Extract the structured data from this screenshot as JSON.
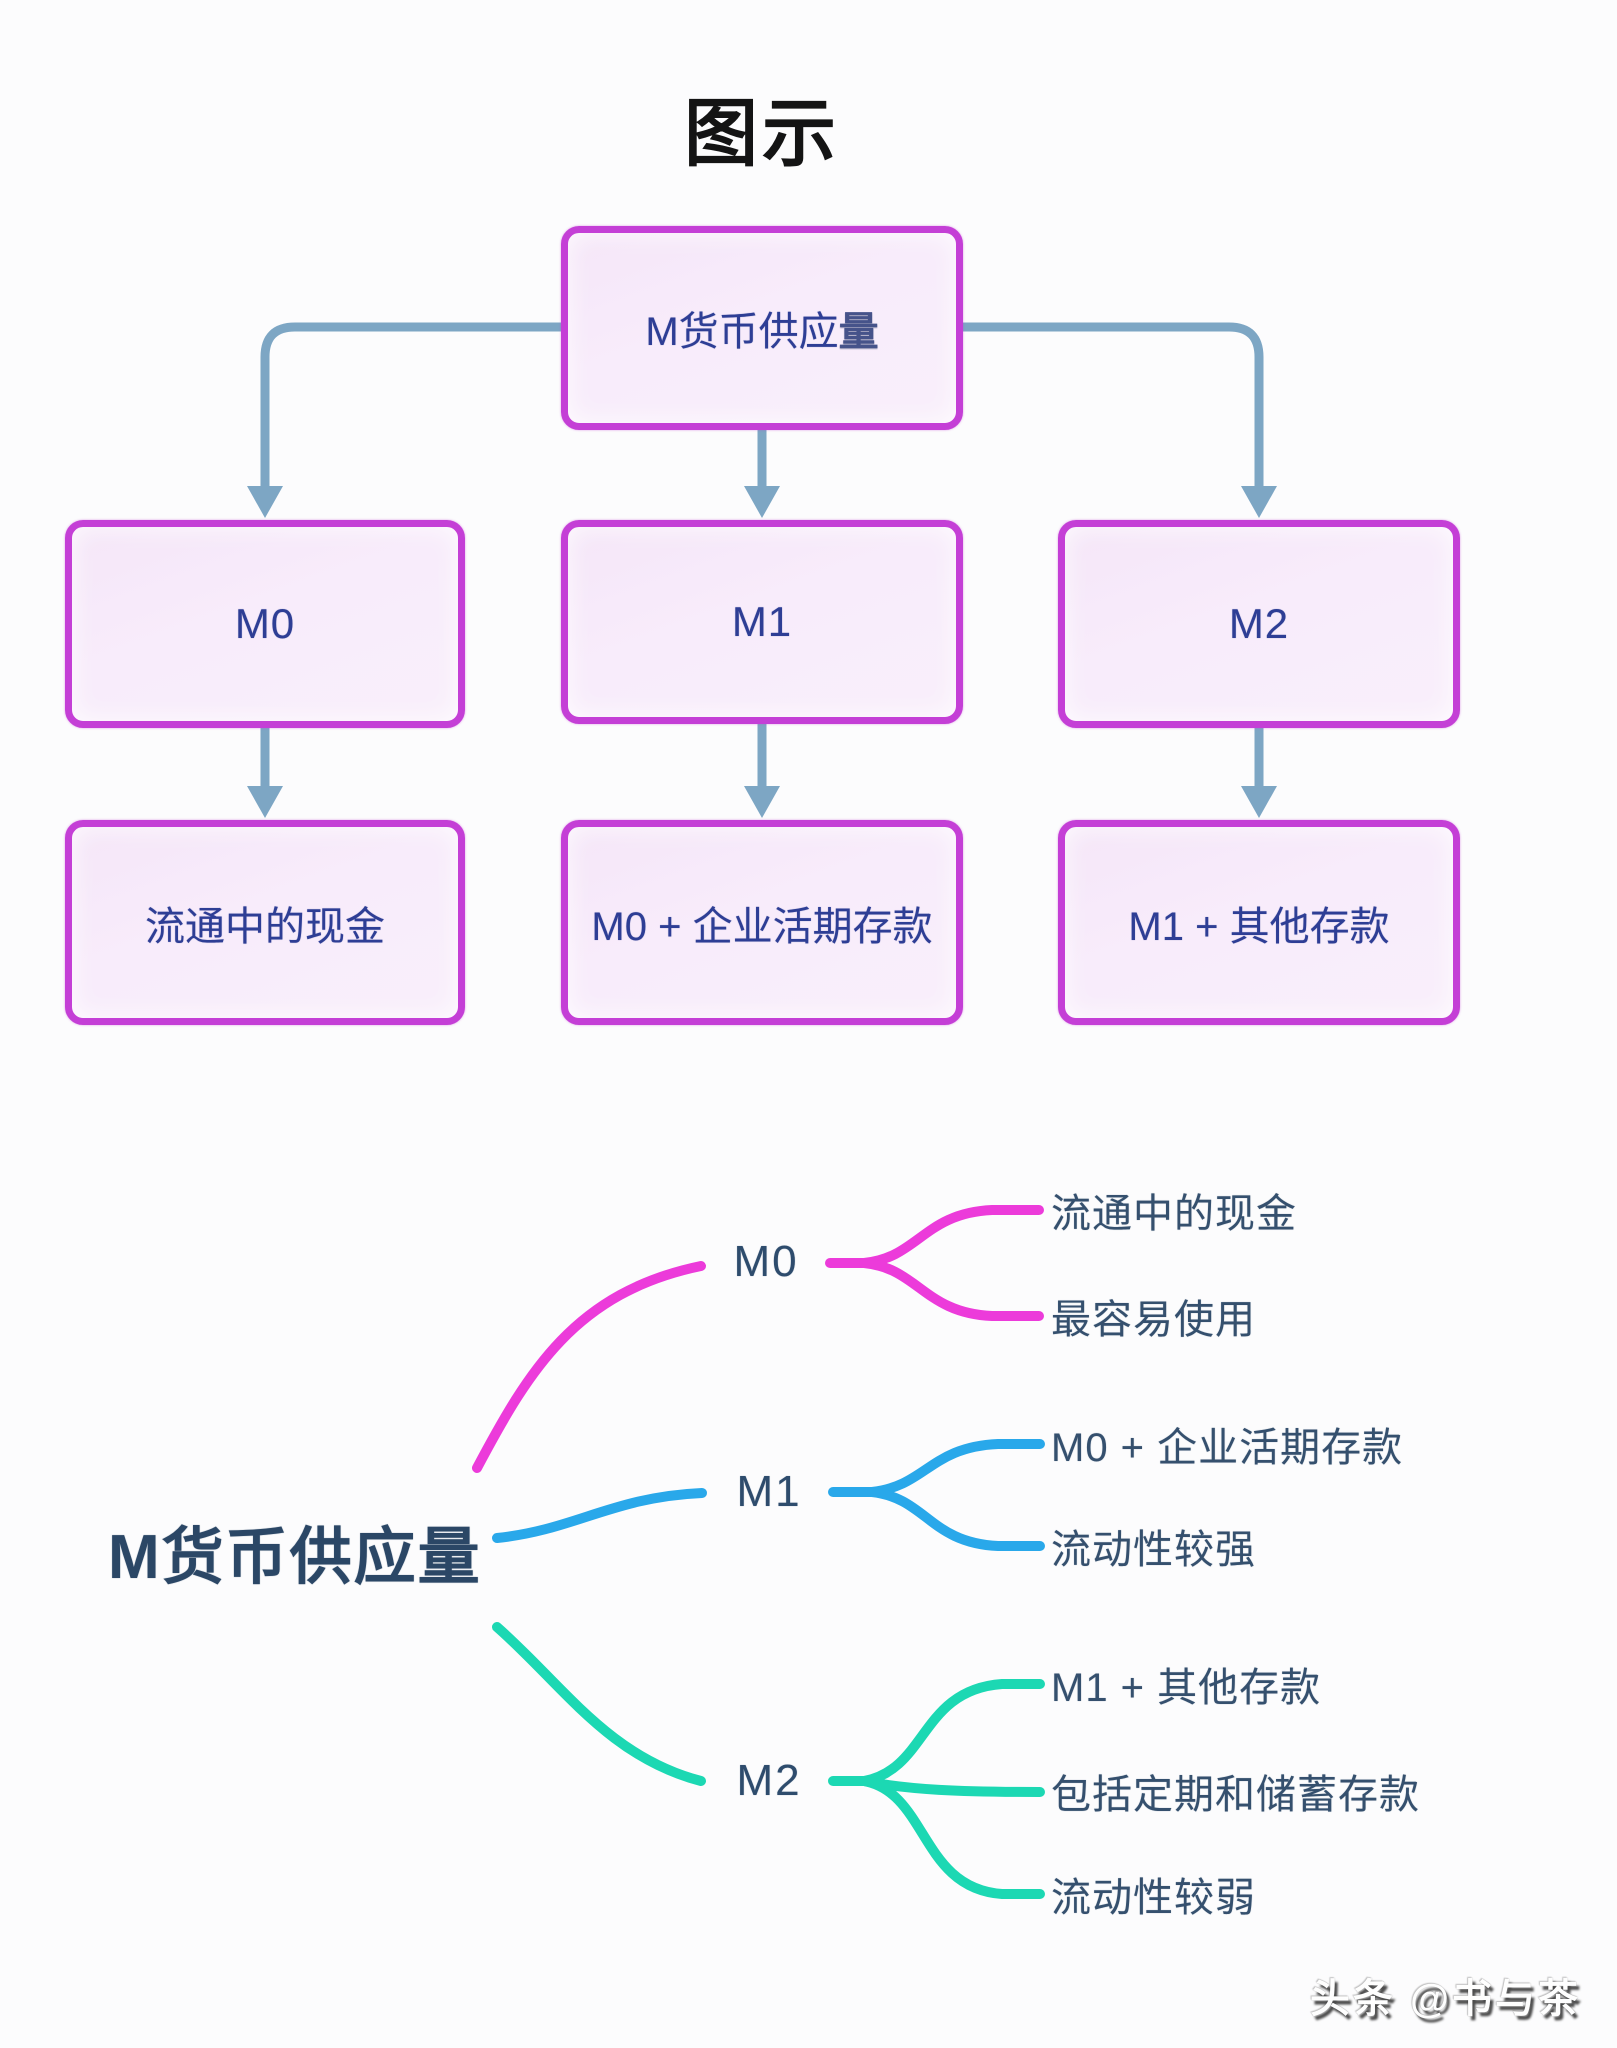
{
  "page": {
    "title": "图示",
    "watermark": "头条 @书与茶"
  },
  "colors": {
    "box_border": "#c43fd6",
    "box_fill": "#f8ecfb",
    "box_text": "#2e3e95",
    "connector": "#7da6c4",
    "mindmap_text": "#35506e",
    "branch_m0": "#ec3bda",
    "branch_m1": "#29a8ea",
    "branch_m2": "#1cd8b3"
  },
  "flowchart": {
    "root": {
      "label": "M货币供应量",
      "label_prefix": "M货币供应",
      "label_suffix": "量"
    },
    "level1": [
      {
        "label": "M0"
      },
      {
        "label": "M1"
      },
      {
        "label": "M2"
      }
    ],
    "level2": [
      {
        "label": "流通中的现金"
      },
      {
        "label": "M0 + 企业活期存款"
      },
      {
        "label": "M1 + 其他存款"
      }
    ]
  },
  "mindmap": {
    "root": "M货币供应量",
    "branches": [
      {
        "label": "M0",
        "color": "#ec3bda",
        "children": [
          "流通中的现金",
          "最容易使用"
        ]
      },
      {
        "label": "M1",
        "color": "#29a8ea",
        "children": [
          "M0 + 企业活期存款",
          "流动性较强"
        ]
      },
      {
        "label": "M2",
        "color": "#1cd8b3",
        "children": [
          "M1 + 其他存款",
          "包括定期和储蓄存款",
          "流动性较弱"
        ]
      }
    ]
  }
}
